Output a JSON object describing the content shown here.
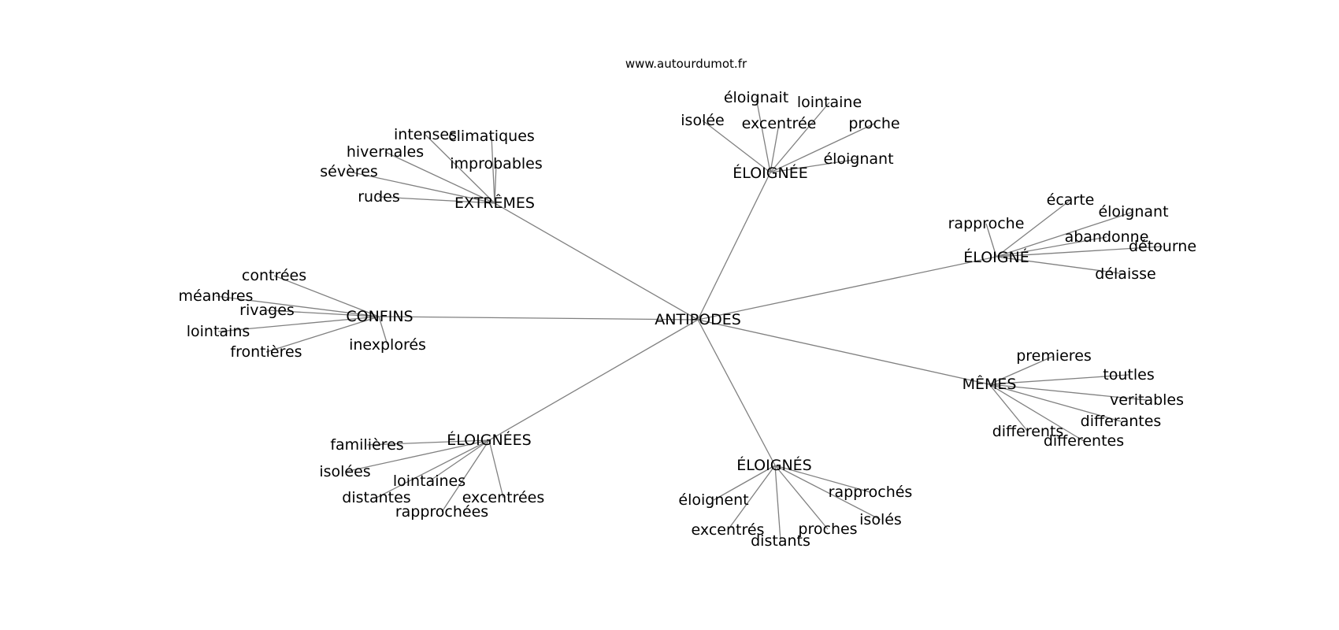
{
  "source": "www.autourdumot.fr",
  "center": "ANTIPODES",
  "groups": [
    {
      "key": "extremes",
      "label": "EXTRÊMES",
      "words": [
        "intenses",
        "climatiques",
        "hivernales",
        "improbables",
        "sévères",
        "rudes"
      ]
    },
    {
      "key": "eloignee",
      "label": "ÉLOIGNÉE",
      "words": [
        "éloignait",
        "lointaine",
        "isolée",
        "excentrée",
        "proche",
        "éloignant"
      ]
    },
    {
      "key": "eloigne",
      "label": "ÉLOIGNÉ",
      "words": [
        "écarte",
        "éloignant",
        "rapproche",
        "abandonne",
        "détourne",
        "délaisse"
      ]
    },
    {
      "key": "confins",
      "label": "CONFINS",
      "words": [
        "contrées",
        "méandres",
        "rivages",
        "lointains",
        "inexplorés",
        "frontières"
      ]
    },
    {
      "key": "memes",
      "label": "MÊMES",
      "words": [
        "premieres",
        "toutles",
        "veritables",
        "differantes",
        "differents",
        "differentes"
      ]
    },
    {
      "key": "eloignees",
      "label": "ÉLOIGNÉES",
      "words": [
        "familières",
        "isolées",
        "lointaines",
        "distantes",
        "excentrées",
        "rapprochées"
      ]
    },
    {
      "key": "eloignes",
      "label": "ÉLOIGNÉS",
      "words": [
        "rapprochés",
        "éloignent",
        "isolés",
        "excentrés",
        "proches",
        "distants"
      ]
    }
  ]
}
